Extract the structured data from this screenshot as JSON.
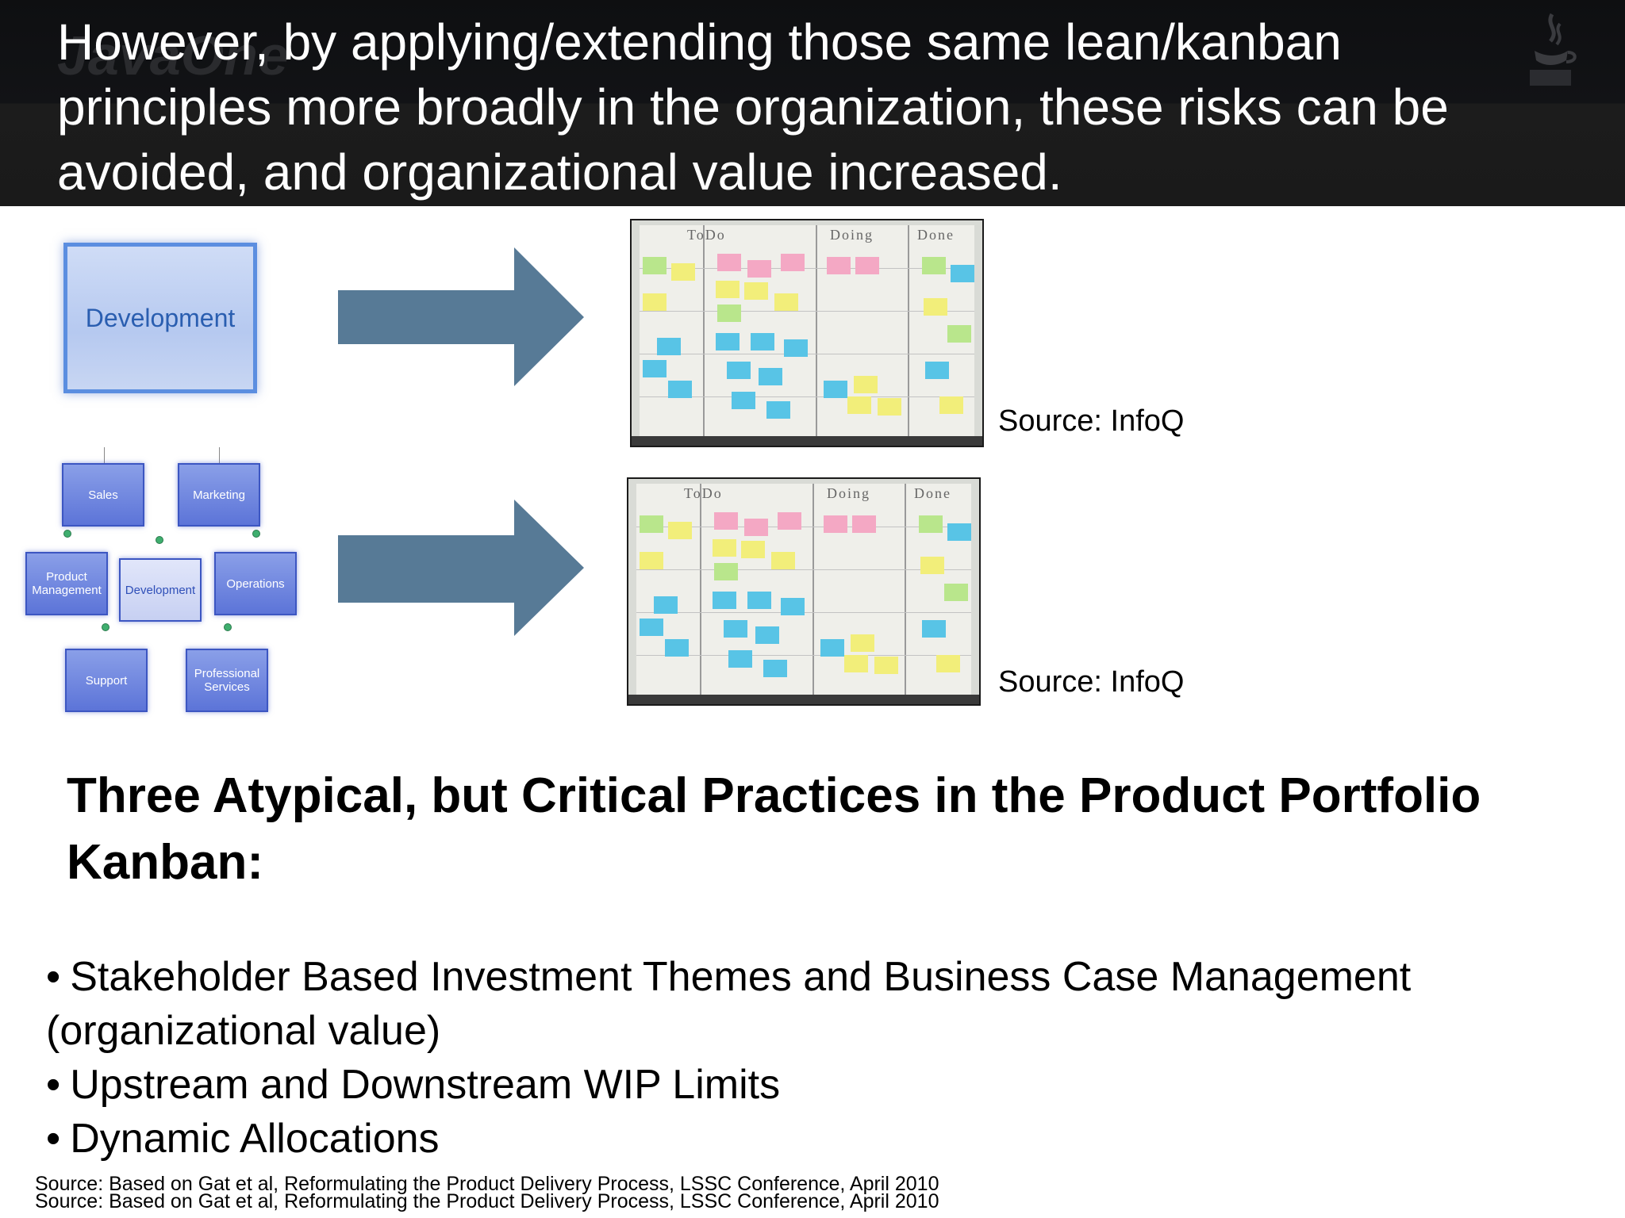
{
  "header": {
    "watermark": "JavaOne",
    "logo_icon": "java-logo-icon",
    "title": "However, by applying/extending those same lean/kanban principles more broadly in the organization, these risks can be avoided, and organizational value increased."
  },
  "diagram_top": {
    "box_label": "Development"
  },
  "org_chart": {
    "sales": "Sales",
    "marketing": "Marketing",
    "product_management": "Product Management",
    "development": "Development",
    "operations": "Operations",
    "support": "Support",
    "professional_services": "Professional Services"
  },
  "kanban_columns": [
    "ToDo",
    "Doing",
    "Done"
  ],
  "sources": {
    "top": "Source: InfoQ",
    "bottom": "Source: InfoQ"
  },
  "heading": "Three Atypical, but Critical Practices in the Product Portfolio Kanban:",
  "bullets": [
    "Stakeholder Based Investment Themes and Business Case Management (organizational value)",
    "Upstream and Downstream WIP Limits",
    "Dynamic Allocations"
  ],
  "bullet_symbol": "•",
  "footer": [
    "Source: Based on Gat et al, Reformulating the Product Delivery Process, LSSC Conference,  April 2010",
    "Source: Based on Gat et al, Reformulating the Product Delivery Process, LSSC Conference,  April 2010"
  ],
  "colors": {
    "arrow": "#577a96",
    "header_bg": "#121316",
    "box_border": "#5b8ee0"
  }
}
